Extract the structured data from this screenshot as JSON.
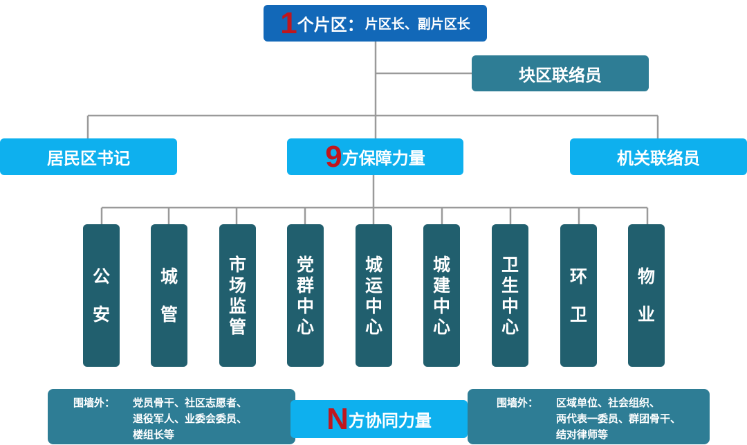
{
  "top": {
    "number": "1",
    "title": "个片区：",
    "subtitle": "片区长、副片区长"
  },
  "liaison_top": "块区联络员",
  "left_mid": "居民区书记",
  "center_mid": {
    "number": "9",
    "title": "方保障力量"
  },
  "right_mid": "机关联络员",
  "departments": [
    {
      "chars": [
        "公",
        "安"
      ]
    },
    {
      "chars": [
        "城",
        "管"
      ]
    },
    {
      "chars": [
        "市",
        "场",
        "监",
        "管"
      ]
    },
    {
      "chars": [
        "党",
        "群",
        "中",
        "心"
      ]
    },
    {
      "chars": [
        "城",
        "运",
        "中",
        "心"
      ]
    },
    {
      "chars": [
        "城",
        "建",
        "中",
        "心"
      ]
    },
    {
      "chars": [
        "卫",
        "生",
        "中",
        "心"
      ]
    },
    {
      "chars": [
        "环",
        "卫"
      ]
    },
    {
      "chars": [
        "物",
        "业"
      ]
    }
  ],
  "left_note": {
    "label": "围墙外：",
    "lines": [
      "党员骨干、社区志愿者、",
      "退役军人、业委会委员、",
      "楼组长等"
    ]
  },
  "right_note": {
    "label": "围墙外：",
    "lines": [
      "区域单位、社会组织、",
      "两代表一委员、群团骨干、",
      "结对律师等"
    ]
  },
  "bottom_center": {
    "number": "N",
    "title": "方协同力量"
  }
}
